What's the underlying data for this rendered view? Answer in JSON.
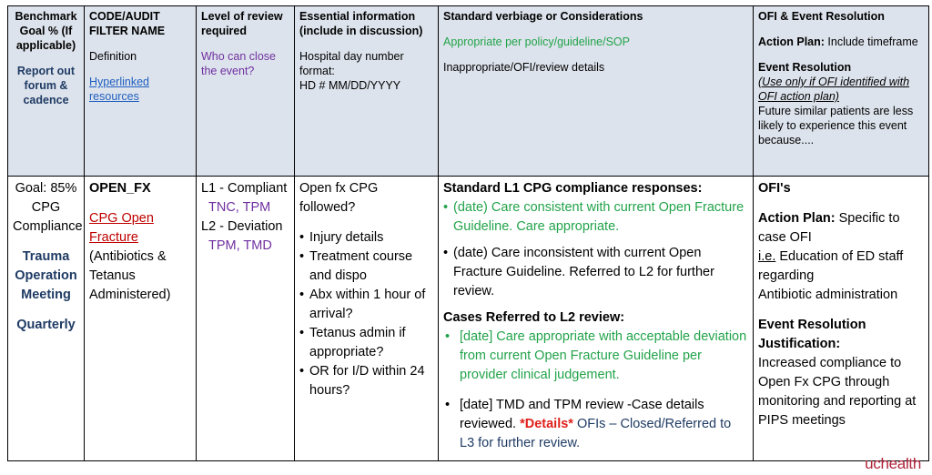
{
  "header": {
    "col1": {
      "title": "Benchmark Goal % (If applicable)",
      "sub": "Report out forum & cadence"
    },
    "col2": {
      "title": "CODE/AUDIT FILTER NAME",
      "definition": "Definition",
      "resources": "Hyperlinked resources"
    },
    "col3": {
      "title": "Level of review required",
      "who": "Who can close the event?"
    },
    "col4": {
      "title": "Essential information (include in discussion)",
      "format_label": "Hospital day number format:",
      "format": "HD # MM/DD/YYYY"
    },
    "col5": {
      "title": "Standard verbiage or Considerations",
      "appropriate": "Appropriate per policy/guideline/SOP",
      "inappropriate": "Inappropriate/OFI/review details"
    },
    "col6": {
      "title": "OFI & Event Resolution",
      "action_label": "Action Plan:",
      "action_text": " Include timeframe",
      "event_label": "Event Resolution",
      "event_note": "(Use only if OFI identified with OFI action plan)",
      "future": "Future similar patients are less likely to experience this event because...."
    }
  },
  "row": {
    "goal": "Goal: 85% CPG Compliance",
    "forum": "Trauma Operation Meeting",
    "cadence": "Quarterly",
    "code": "OPEN_FX",
    "cpg_link": "CPG Open Fracture",
    "cpg_note": " (Antibiotics & Tetanus Administered)",
    "l1_label": "L1 - Compliant",
    "l1_who": "TNC, TPM",
    "l2_label": "L2 - Deviation",
    "l2_who": "TPM, TMD",
    "question": "Open fx CPG followed?",
    "bullets": [
      "Injury details",
      "Treatment course and dispo",
      "Abx within 1 hour of arrival?",
      "Tetanus admin if appropriate?",
      "OR for I/D within 24 hours?"
    ],
    "l1_title": "Standard L1 CPG compliance responses:",
    "l1_resp1": "(date) Care consistent with current Open Fracture Guideline. Care appropriate.",
    "l1_resp2": "(date) Care inconsistent with current Open Fracture Guideline. Referred to L2 for further review.",
    "l2_title": "Cases Referred to L2 review:",
    "l2_resp1": "[date] Care appropriate with acceptable deviation from current Open Fracture Guideline per provider clinical judgement.",
    "l2_resp2_a": "[date] TMD and TPM review -Case details reviewed. ",
    "l2_resp2_details": "*Details*",
    "l2_resp2_b": " OFIs – Closed/Referred to L3 for further review.",
    "ofi_title": "OFI's",
    "action_label": "Action Plan:",
    "action_text": " Specific to case OFI",
    "ie": "i.e.",
    "ie_text": " Education of ED staff regarding",
    "ie_text2": "Antibiotic administration",
    "event_title": "Event Resolution Justification:",
    "event_text": "Increased compliance to Open Fx CPG through monitoring and reporting at PIPS meetings"
  },
  "logo": "uchealth"
}
